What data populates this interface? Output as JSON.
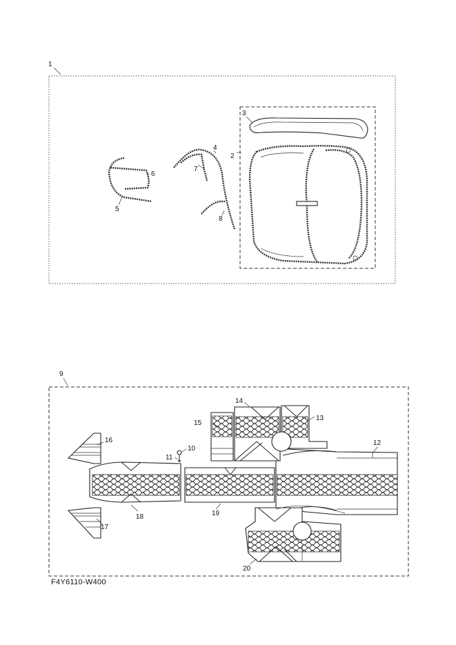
{
  "callouts": {
    "c1": "1",
    "c2": "2",
    "c3": "3",
    "c4": "4",
    "c5": "5",
    "c6": "6",
    "c7": "7",
    "c8": "8",
    "c9": "9",
    "c10": "10",
    "c11": "11",
    "c12": "12",
    "c13": "13",
    "c14": "14",
    "c15": "15",
    "c16": "16",
    "c17": "17",
    "c18": "18",
    "c19": "19",
    "c20": "20"
  },
  "drawing_code": "F4Y6110-W400"
}
